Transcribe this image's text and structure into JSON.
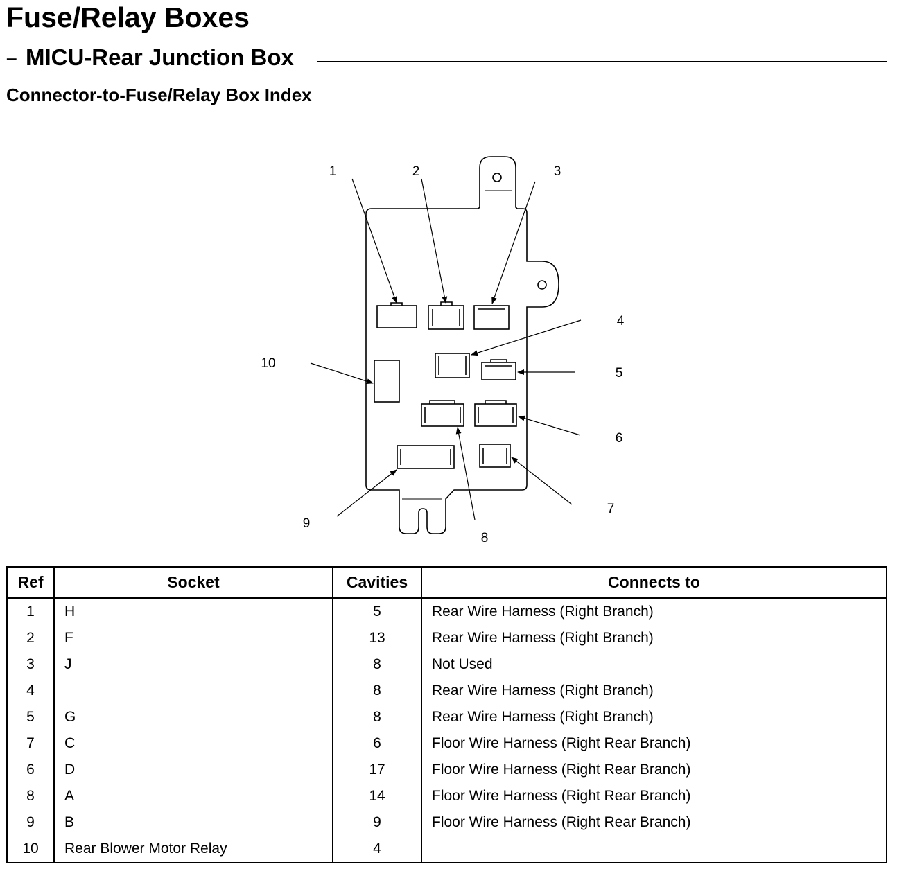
{
  "header": {
    "title": "Fuse/Relay Boxes",
    "subtitle_dash": "–",
    "subtitle": "MICU-Rear Junction Box",
    "section_title": "Connector-to-Fuse/Relay Box Index"
  },
  "diagram": {
    "callouts": [
      "1",
      "2",
      "3",
      "4",
      "5",
      "6",
      "7",
      "8",
      "9",
      "10"
    ]
  },
  "table": {
    "headers": {
      "ref": "Ref",
      "socket": "Socket",
      "cavities": "Cavities",
      "connects_to": "Connects to"
    },
    "rows": [
      {
        "ref": "1",
        "socket": "H",
        "cavities": "5",
        "connects_to": "Rear Wire Harness (Right Branch)"
      },
      {
        "ref": "2",
        "socket": "F",
        "cavities": "13",
        "connects_to": "Rear Wire Harness (Right Branch)"
      },
      {
        "ref": "3",
        "socket": "J",
        "cavities": "8",
        "connects_to": "Not Used"
      },
      {
        "ref": "4",
        "socket": "",
        "cavities": "8",
        "connects_to": "Rear Wire Harness (Right Branch)"
      },
      {
        "ref": "5",
        "socket": "G",
        "cavities": "8",
        "connects_to": "Rear Wire Harness (Right Branch)"
      },
      {
        "ref": "7",
        "socket": "C",
        "cavities": "6",
        "connects_to": "Floor Wire Harness (Right Rear Branch)"
      },
      {
        "ref": "6",
        "socket": "D",
        "cavities": "17",
        "connects_to": "Floor Wire Harness (Right Rear Branch)"
      },
      {
        "ref": "8",
        "socket": "A",
        "cavities": "14",
        "connects_to": "Floor Wire Harness (Right Rear Branch)"
      },
      {
        "ref": "9",
        "socket": "B",
        "cavities": "9",
        "connects_to": "Floor Wire Harness (Right Rear Branch)"
      },
      {
        "ref": "10",
        "socket": "Rear Blower Motor Relay",
        "cavities": "4",
        "connects_to": ""
      }
    ]
  }
}
